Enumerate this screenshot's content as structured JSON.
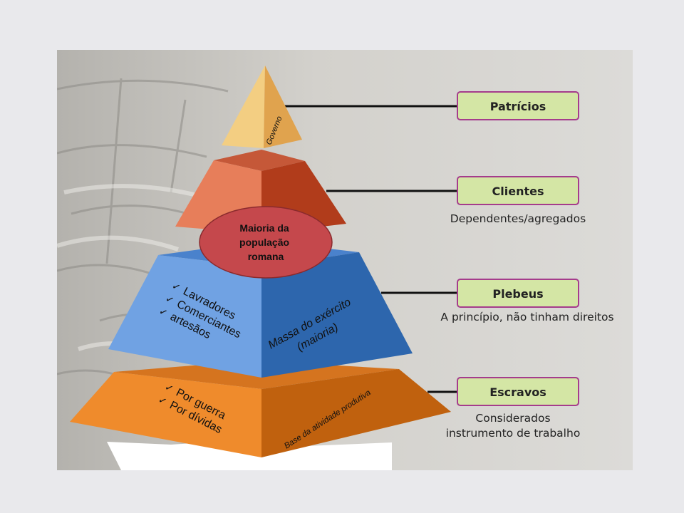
{
  "levels": [
    {
      "label": "Patrícios",
      "desc_lines": []
    },
    {
      "label": "Clientes",
      "desc_lines": [
        "Dependentes/agregados"
      ]
    },
    {
      "label": "Plebeus",
      "desc_lines": [
        "A princípio, não tinham direitos"
      ]
    },
    {
      "label": "Escravos",
      "desc_lines": [
        "Considerados",
        "instrumento de trabalho"
      ]
    }
  ],
  "pyramid": {
    "top": {
      "text": "Governo"
    },
    "ellipse": {
      "lines": [
        "Maioria da",
        "população",
        "romana"
      ]
    },
    "third": {
      "bullets": [
        "Lavradores",
        "Comerciantes",
        "artesãos"
      ],
      "side_lines": [
        "Massa do exército",
        "(maioria)"
      ]
    },
    "base": {
      "bullets": [
        "Por guerra",
        "Por dívidas"
      ],
      "side_text": "Base da atividade produtiva"
    },
    "check_glyph": "✓"
  },
  "colors": {
    "label_fill": "#d4e6a5",
    "label_border": "#a53c8c",
    "top_left": "#f3ce82",
    "top_right": "#e0a34e",
    "second_left": "#e77e5a",
    "second_right": "#b13c1b",
    "ellipse": "#c5484c",
    "third_left": "#70a2e3",
    "third_right": "#2d66ad",
    "base_left": "#ef8b2c",
    "base_right": "#c0610e"
  }
}
